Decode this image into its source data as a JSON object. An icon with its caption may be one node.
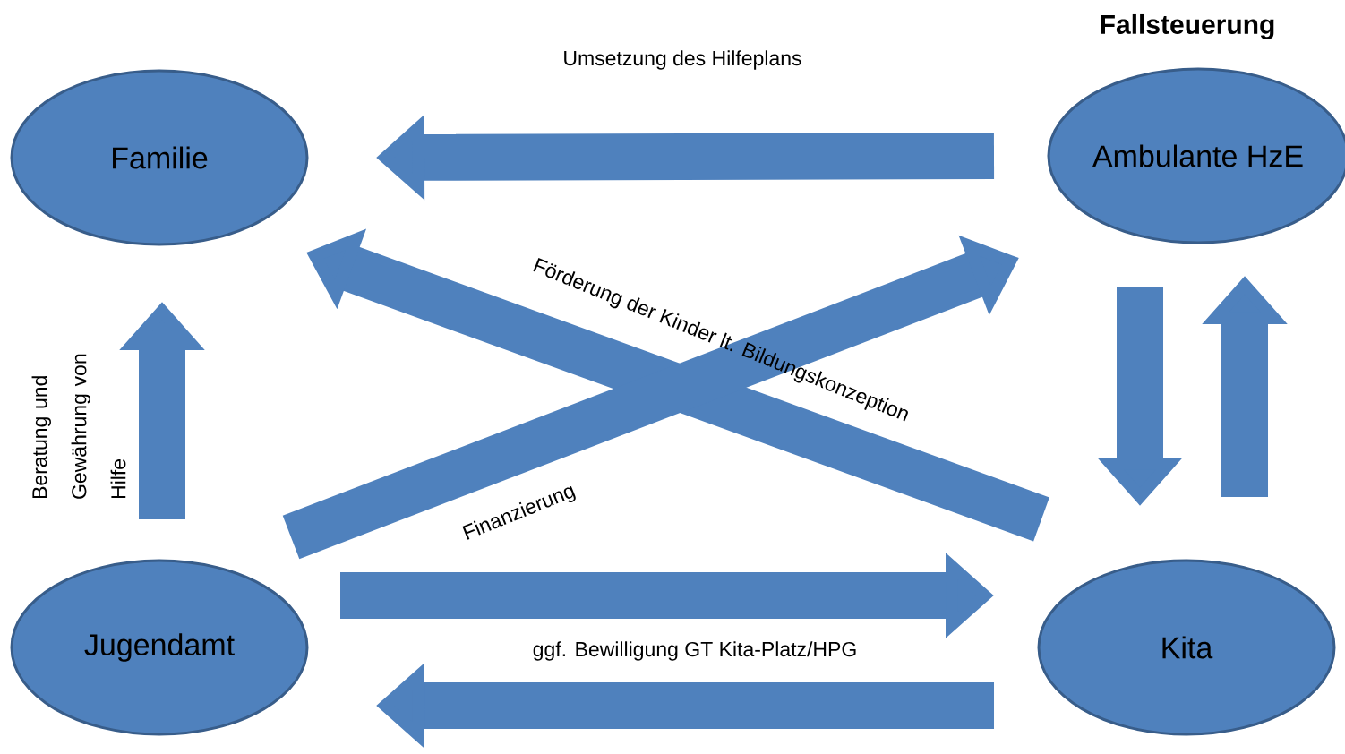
{
  "diagram": {
    "title": "Fallsteuerung",
    "nodes": [
      {
        "text": [
          "Familie"
        ]
      },
      {
        "text": [
          "Ambulante HzE"
        ]
      },
      {
        "text": [
          "Jugendamt"
        ]
      },
      {
        "text": [
          "Kita"
        ]
      }
    ],
    "edges": [
      {
        "from": 1,
        "to": 0,
        "arrow": "to",
        "label": "Umsetzung des Hilfeplans"
      },
      {
        "from": 3,
        "to": 0,
        "arrow": "to",
        "label": "Förderung der Kinder lt. Bildungskonzeption"
      },
      {
        "from": 2,
        "to": 1,
        "arrow": "to",
        "label": "Finanzierung"
      },
      {
        "from": 2,
        "to": 0,
        "arrow": "to",
        "label": "Beratung und Gewährung von Hilfe"
      },
      {
        "from": 2,
        "to": 3,
        "arrow": "to",
        "label": "ggf. Bewilligung GT Kita-Platz/HPG"
      },
      {
        "from": 3,
        "to": 2,
        "arrow": "to"
      },
      {
        "from": 1,
        "to": 3,
        "arrow": "to"
      },
      {
        "from": 3,
        "to": 1,
        "arrow": "to"
      }
    ]
  }
}
